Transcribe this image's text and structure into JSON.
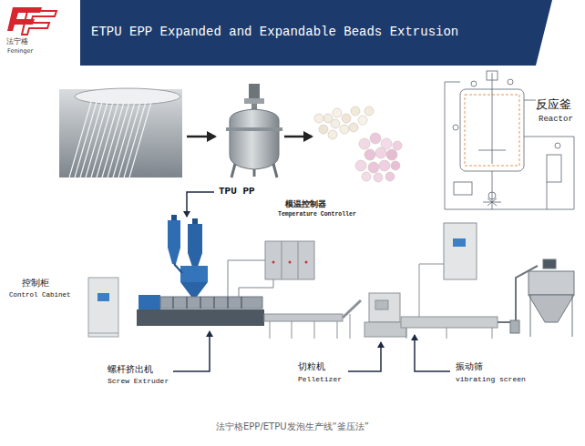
{
  "diagram": {
    "title": "ETPU EPP Expanded and Expandable Beads Extrusion",
    "caption": "法宁格EPP/ETPU发泡生产线“釜压法”",
    "labels": [
      "法宁格",
      "Feninger",
      "反应釜",
      "Reactor",
      "TPU PP",
      "模温控制器",
      "Temperature Controller",
      "控制柜",
      "Control Cabinet",
      "螺杆挤出机",
      "Screw Extruder",
      "切粒机",
      "Pelletizer",
      "振动筛",
      "vibrating screen"
    ]
  }
}
